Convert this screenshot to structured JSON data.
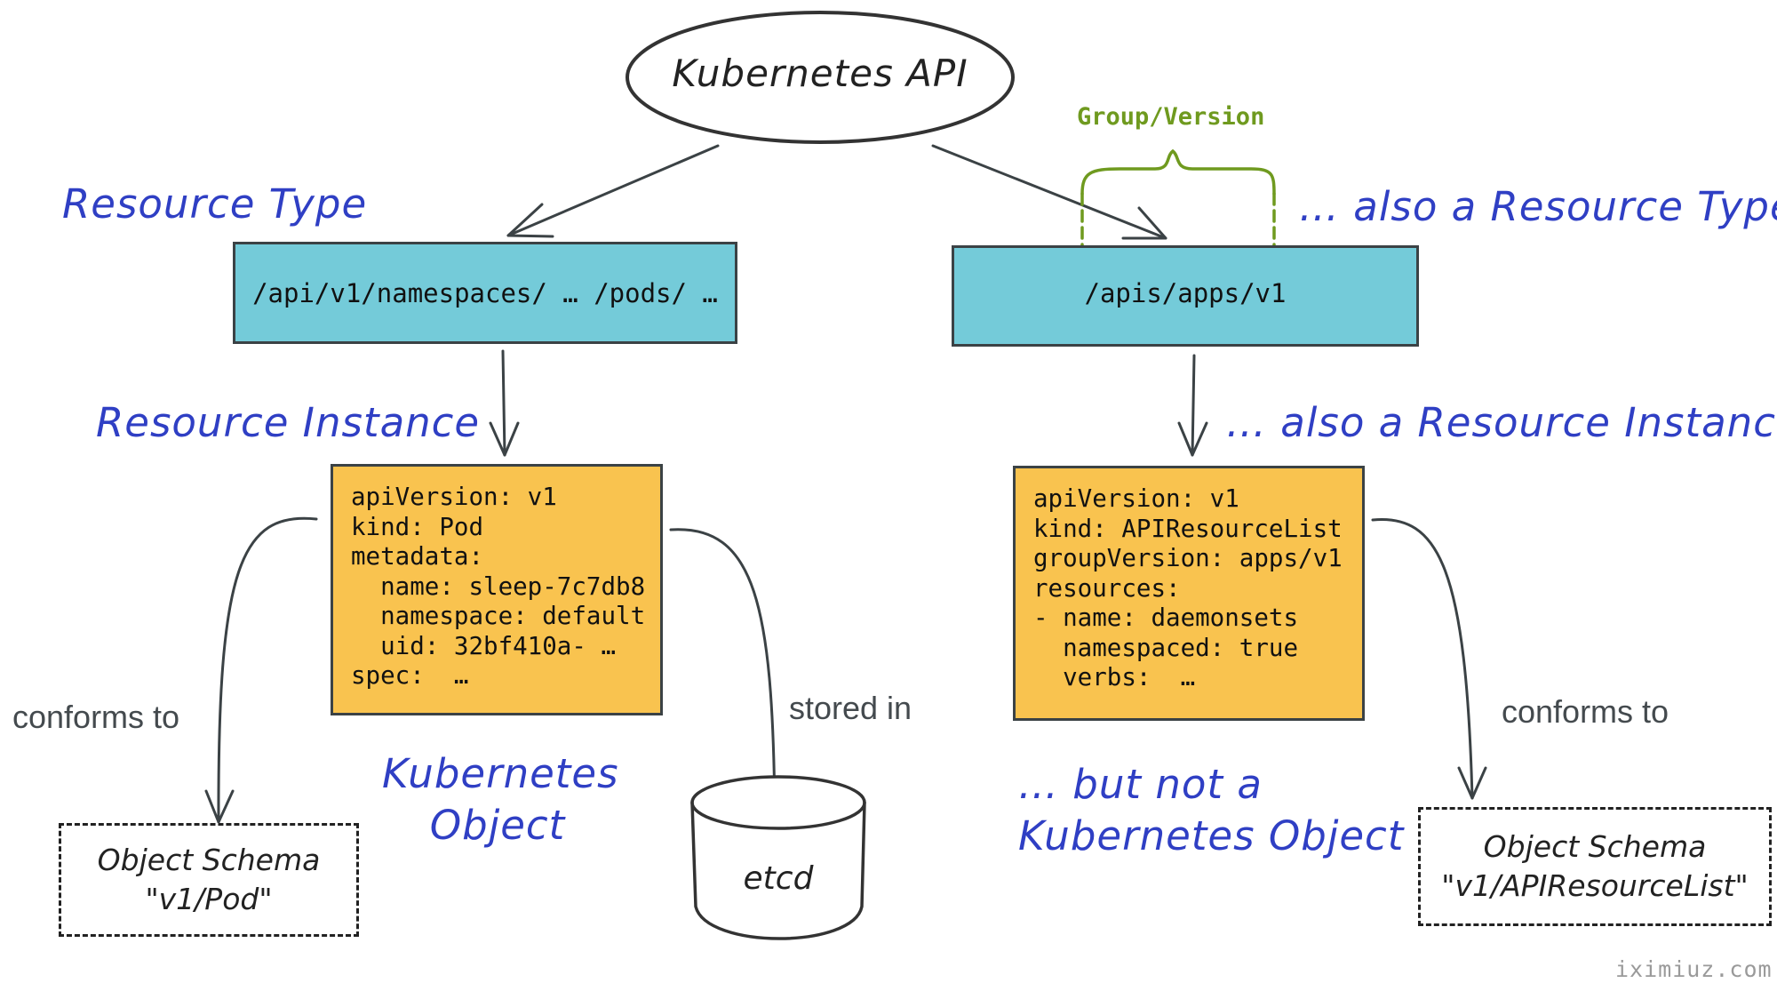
{
  "api_node": {
    "label": "Kubernetes API"
  },
  "left": {
    "resource_type_label": "Resource Type",
    "endpoint": "/api/v1/namespaces/ … /pods/ …",
    "resource_instance_label": "Resource Instance",
    "yaml_lines": [
      "apiVersion: v1",
      "kind: Pod",
      "metadata:",
      "  name: sleep-7c7db8",
      "  namespace: default",
      "  uid: 32bf410a- …",
      "spec:  …"
    ],
    "object_label": [
      "Kubernetes",
      "Object"
    ],
    "conforms_label": "conforms to",
    "schema_lines": [
      "Object Schema",
      "\"v1/Pod\""
    ],
    "stored_label": "stored in",
    "storage": "etcd"
  },
  "right": {
    "group_version_label": "Group/Version",
    "resource_type_label": "… also a Resource Type",
    "endpoint": "/apis/apps/v1",
    "resource_instance_label": "… also a Resource Instance",
    "yaml_lines": [
      "apiVersion: v1",
      "kind: APIResourceList",
      "groupVersion: apps/v1",
      "resources:",
      "- name: daemonsets",
      "  namespaced: true",
      "  verbs:  …"
    ],
    "object_label": [
      "… but not a",
      "Kubernetes Object"
    ],
    "conforms_label": "conforms to",
    "schema_lines": [
      "Object Schema",
      "\"v1/APIResourceList\""
    ]
  },
  "watermark": "iximiuz.com",
  "colors": {
    "endpoint_fill": "#74cbd9",
    "yaml_fill": "#f9c34f",
    "label_blue": "#2f3fc4",
    "group_version_green": "#6f9a1f",
    "stroke": "#3b4245"
  }
}
